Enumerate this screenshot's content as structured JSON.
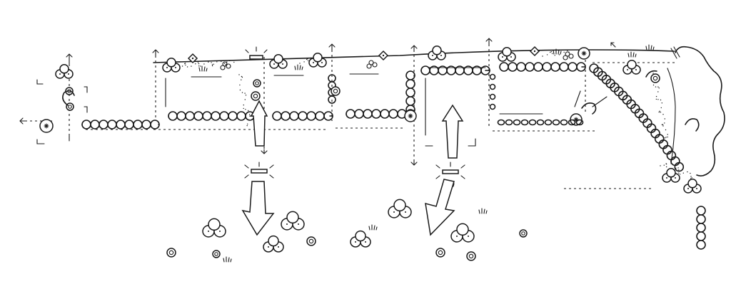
{
  "colors": {
    "ink": "#1a1a1a",
    "paper": "#ffffff"
  },
  "diagram": {
    "type": "landscape-site-plan-sketch",
    "symbols": [
      "tree-cluster",
      "shrub-hedge-row",
      "single-tree",
      "accent-tree-star",
      "grass-tuft",
      "flower-diamond",
      "light-fixture",
      "view-arrow",
      "circulation-arrow",
      "dashed-boundary",
      "stipple-path"
    ]
  }
}
